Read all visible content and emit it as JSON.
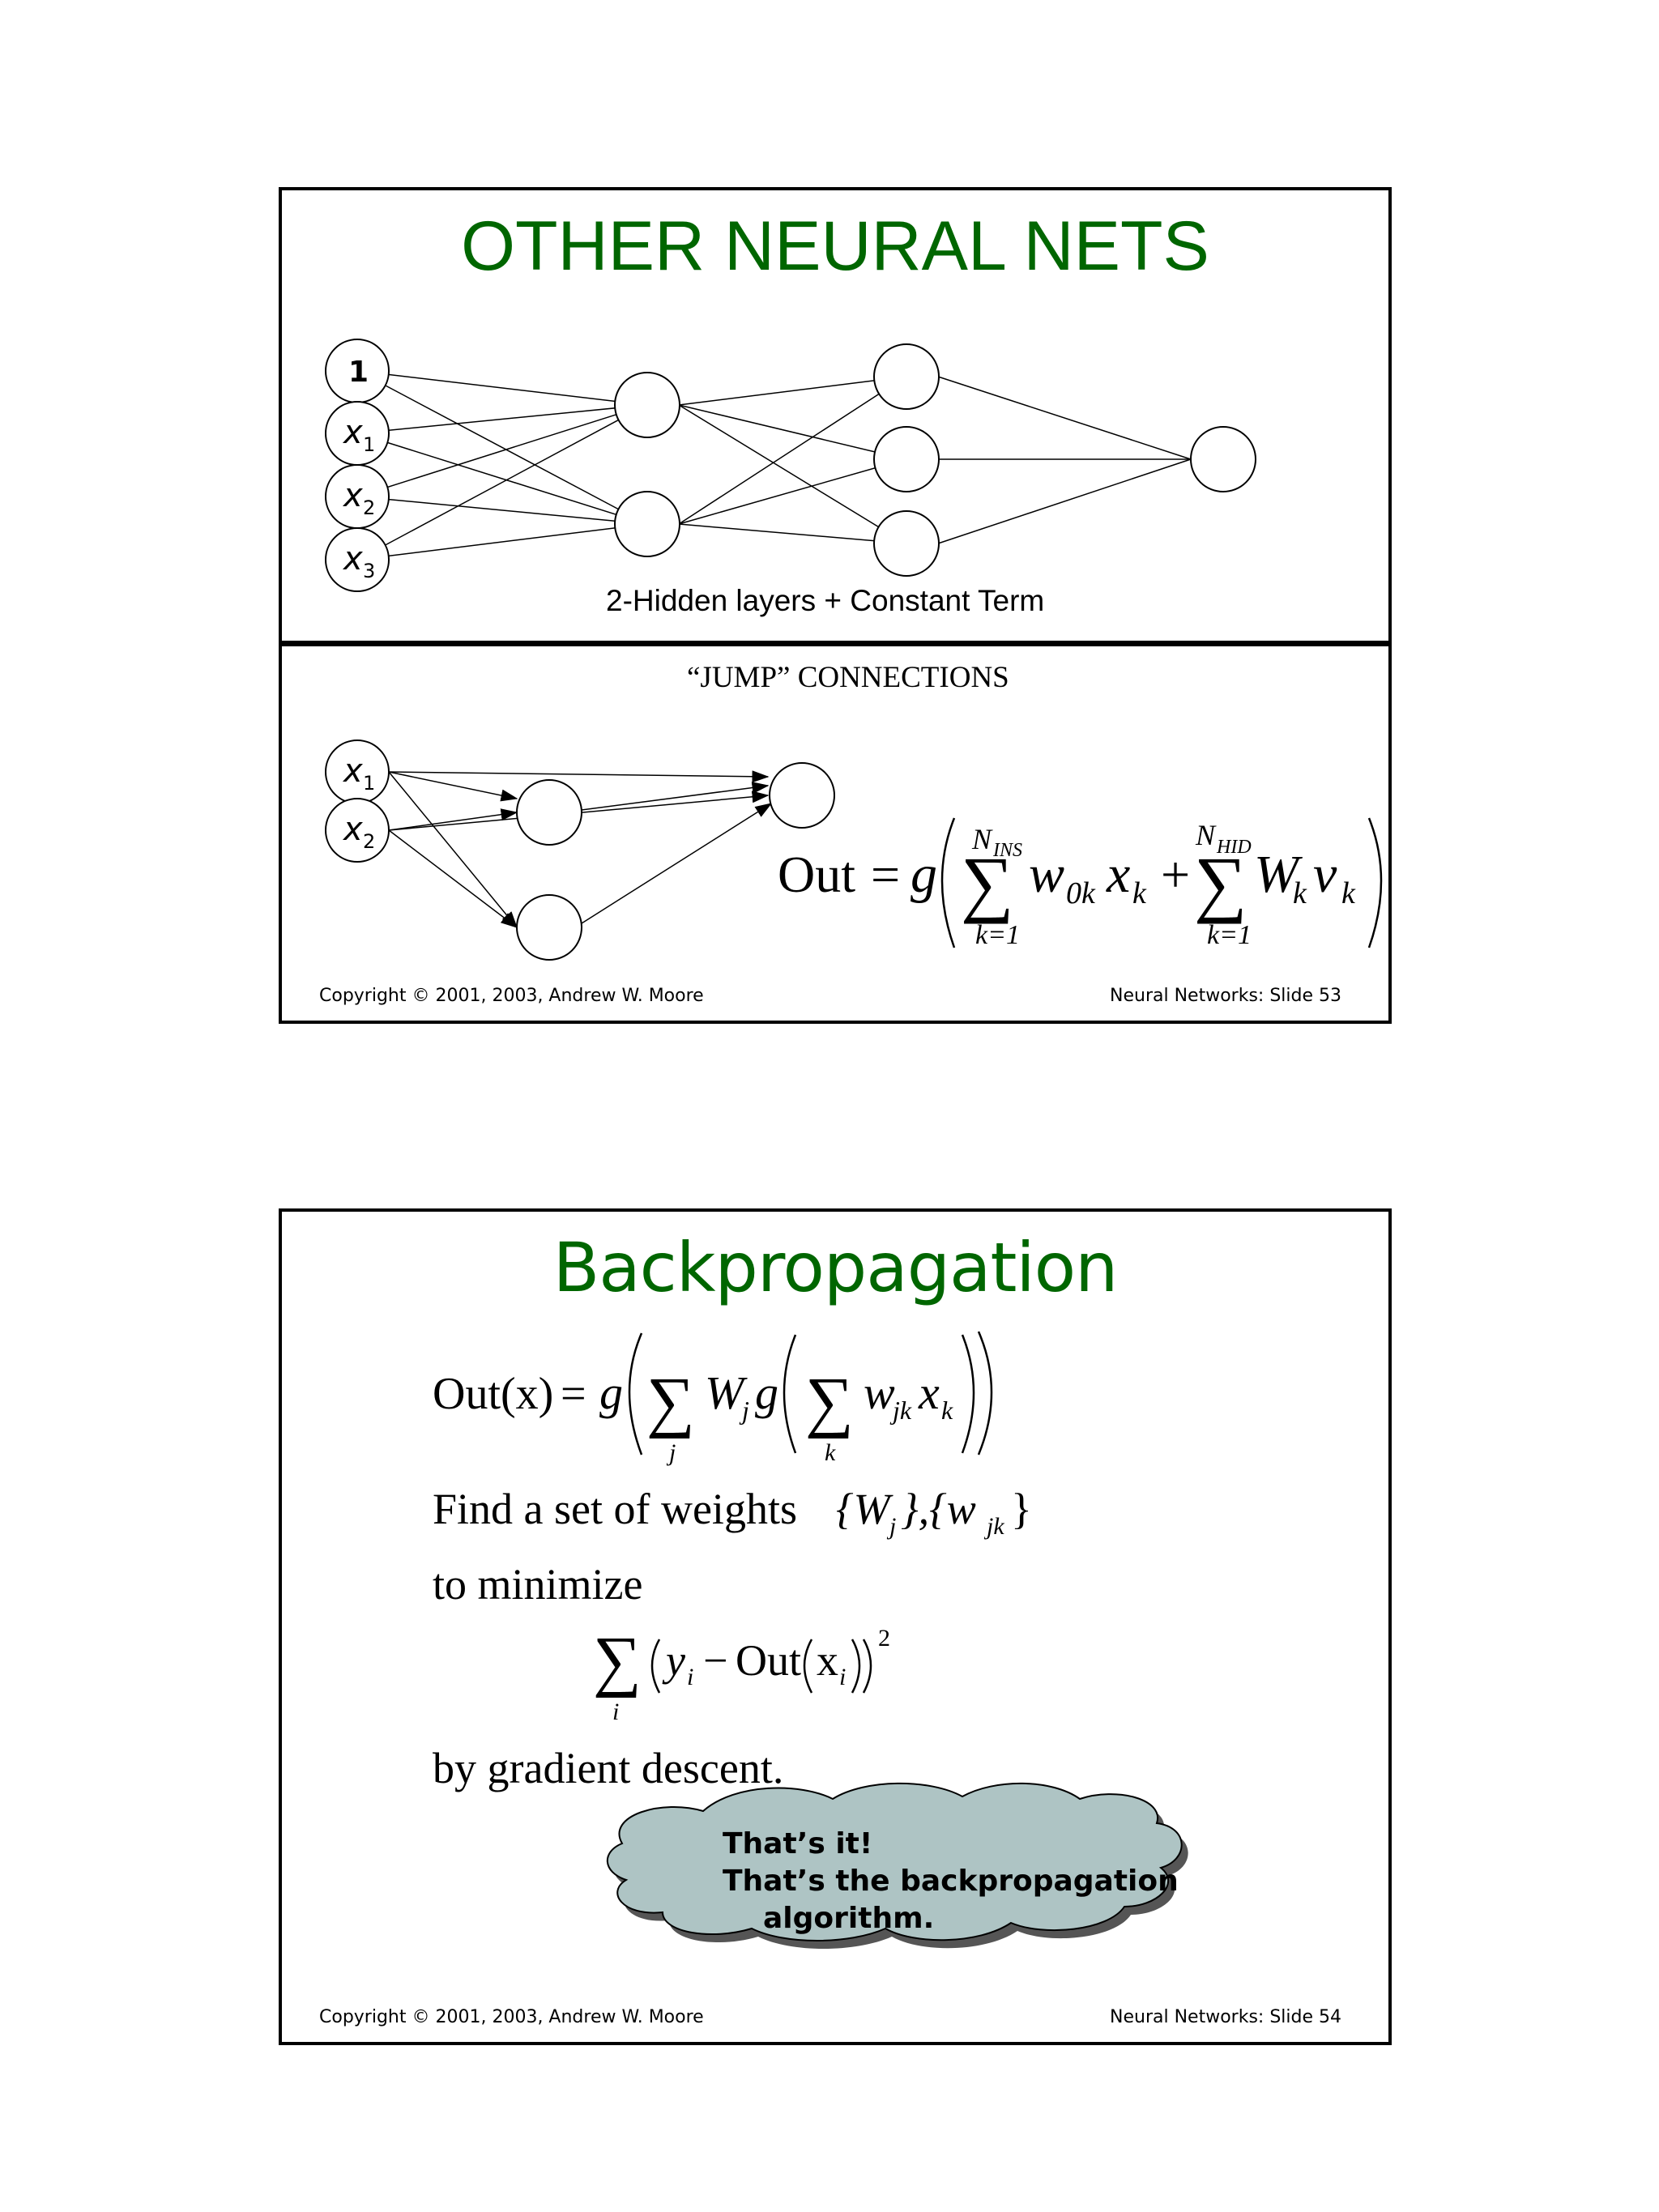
{
  "slide53": {
    "title": "OTHER NEURAL NETS",
    "nodes": {
      "const": "1",
      "x": "x",
      "sub1": "1",
      "sub2": "2",
      "sub3": "3"
    },
    "caption": "2-Hidden layers + Constant Term",
    "subheading": "“JUMP” CONNECTIONS",
    "formula": {
      "lhs": "Out",
      "eq": "=",
      "g": "g",
      "upper1": "N",
      "upper1_sub": "INS",
      "upper2": "N",
      "upper2_sub": "HID",
      "lower": "k=1",
      "term1": "w",
      "term1_sub": "0k",
      "term1_x": "x",
      "term1_xsub": "k",
      "plus": "+",
      "term2": "W",
      "term2_sub": "k",
      "term2_v": "v",
      "term2_vsub": "k"
    },
    "footer_left": "Copyright © 2001, 2003, Andrew W. Moore",
    "footer_right": "Neural Networks: Slide 53"
  },
  "slide54": {
    "title": "Backpropagation",
    "formula1": {
      "lhs": "Out(x)",
      "eq": "=",
      "g": "g",
      "W": "W",
      "j": "j",
      "w": "w",
      "jk": "jk",
      "x": "x",
      "k": "k"
    },
    "line1_text": "Find a set of  weights",
    "weights_set": "{W",
    "weights_j": "j",
    "weights_mid": "},{w",
    "weights_jk": "jk",
    "weights_close": "}",
    "line2": "to minimize",
    "formula2": {
      "y": "y",
      "i": "i",
      "minus": "−",
      "out": "Out",
      "x": "x",
      "sq": "2"
    },
    "line3": "by gradient descent.",
    "cloud_line1": "That’s it!",
    "cloud_line2": "That’s the backpropagation",
    "cloud_line3": "algorithm.",
    "cloud_color": "#aec4c4",
    "footer_left": "Copyright © 2001, 2003, Andrew W. Moore",
    "footer_right": "Neural Networks: Slide 54"
  }
}
